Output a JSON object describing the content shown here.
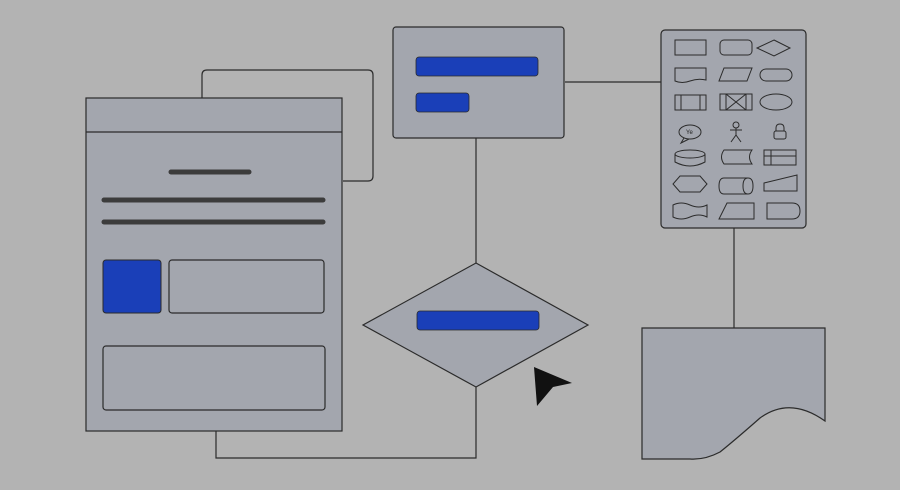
{
  "colors": {
    "background": "#b3b3b3",
    "panel_fill": "#a3a6ae",
    "stroke": "#2b2b2b",
    "accent": "#1a3fb8",
    "dark_line": "#3c3c3c",
    "pointer": "#111111"
  },
  "canvas": {
    "document_window": {
      "title_bar": "",
      "heading_icon": "heading-bar-icon",
      "text_lines_icon": "text-line-icon",
      "thumbnail_icon": "blue-square-icon"
    },
    "process_node": {
      "rows": 2
    },
    "decision_node": {
      "shape": "diamond"
    },
    "document_node": {
      "shape": "wavy-document"
    },
    "pointer_icon": "cursor-arrow-icon"
  },
  "shape_palette": {
    "items": [
      {
        "name": "rectangle-shape-icon"
      },
      {
        "name": "rounded-rectangle-shape-icon"
      },
      {
        "name": "diamond-shape-icon"
      },
      {
        "name": "document-shape-icon"
      },
      {
        "name": "parallelogram-shape-icon"
      },
      {
        "name": "terminator-shape-icon"
      },
      {
        "name": "predefined-process-shape-icon"
      },
      {
        "name": "collate-shape-icon"
      },
      {
        "name": "ellipse-shape-icon"
      },
      {
        "name": "speech-bubble-shape-icon",
        "label": "Ye"
      },
      {
        "name": "actor-shape-icon"
      },
      {
        "name": "lock-shape-icon"
      },
      {
        "name": "database-shape-icon"
      },
      {
        "name": "stored-data-shape-icon"
      },
      {
        "name": "internal-storage-shape-icon"
      },
      {
        "name": "hexagon-shape-icon"
      },
      {
        "name": "direct-access-storage-shape-icon"
      },
      {
        "name": "manual-input-shape-icon"
      },
      {
        "name": "tape-shape-icon"
      },
      {
        "name": "manual-operation-shape-icon"
      },
      {
        "name": "delay-shape-icon"
      }
    ]
  }
}
